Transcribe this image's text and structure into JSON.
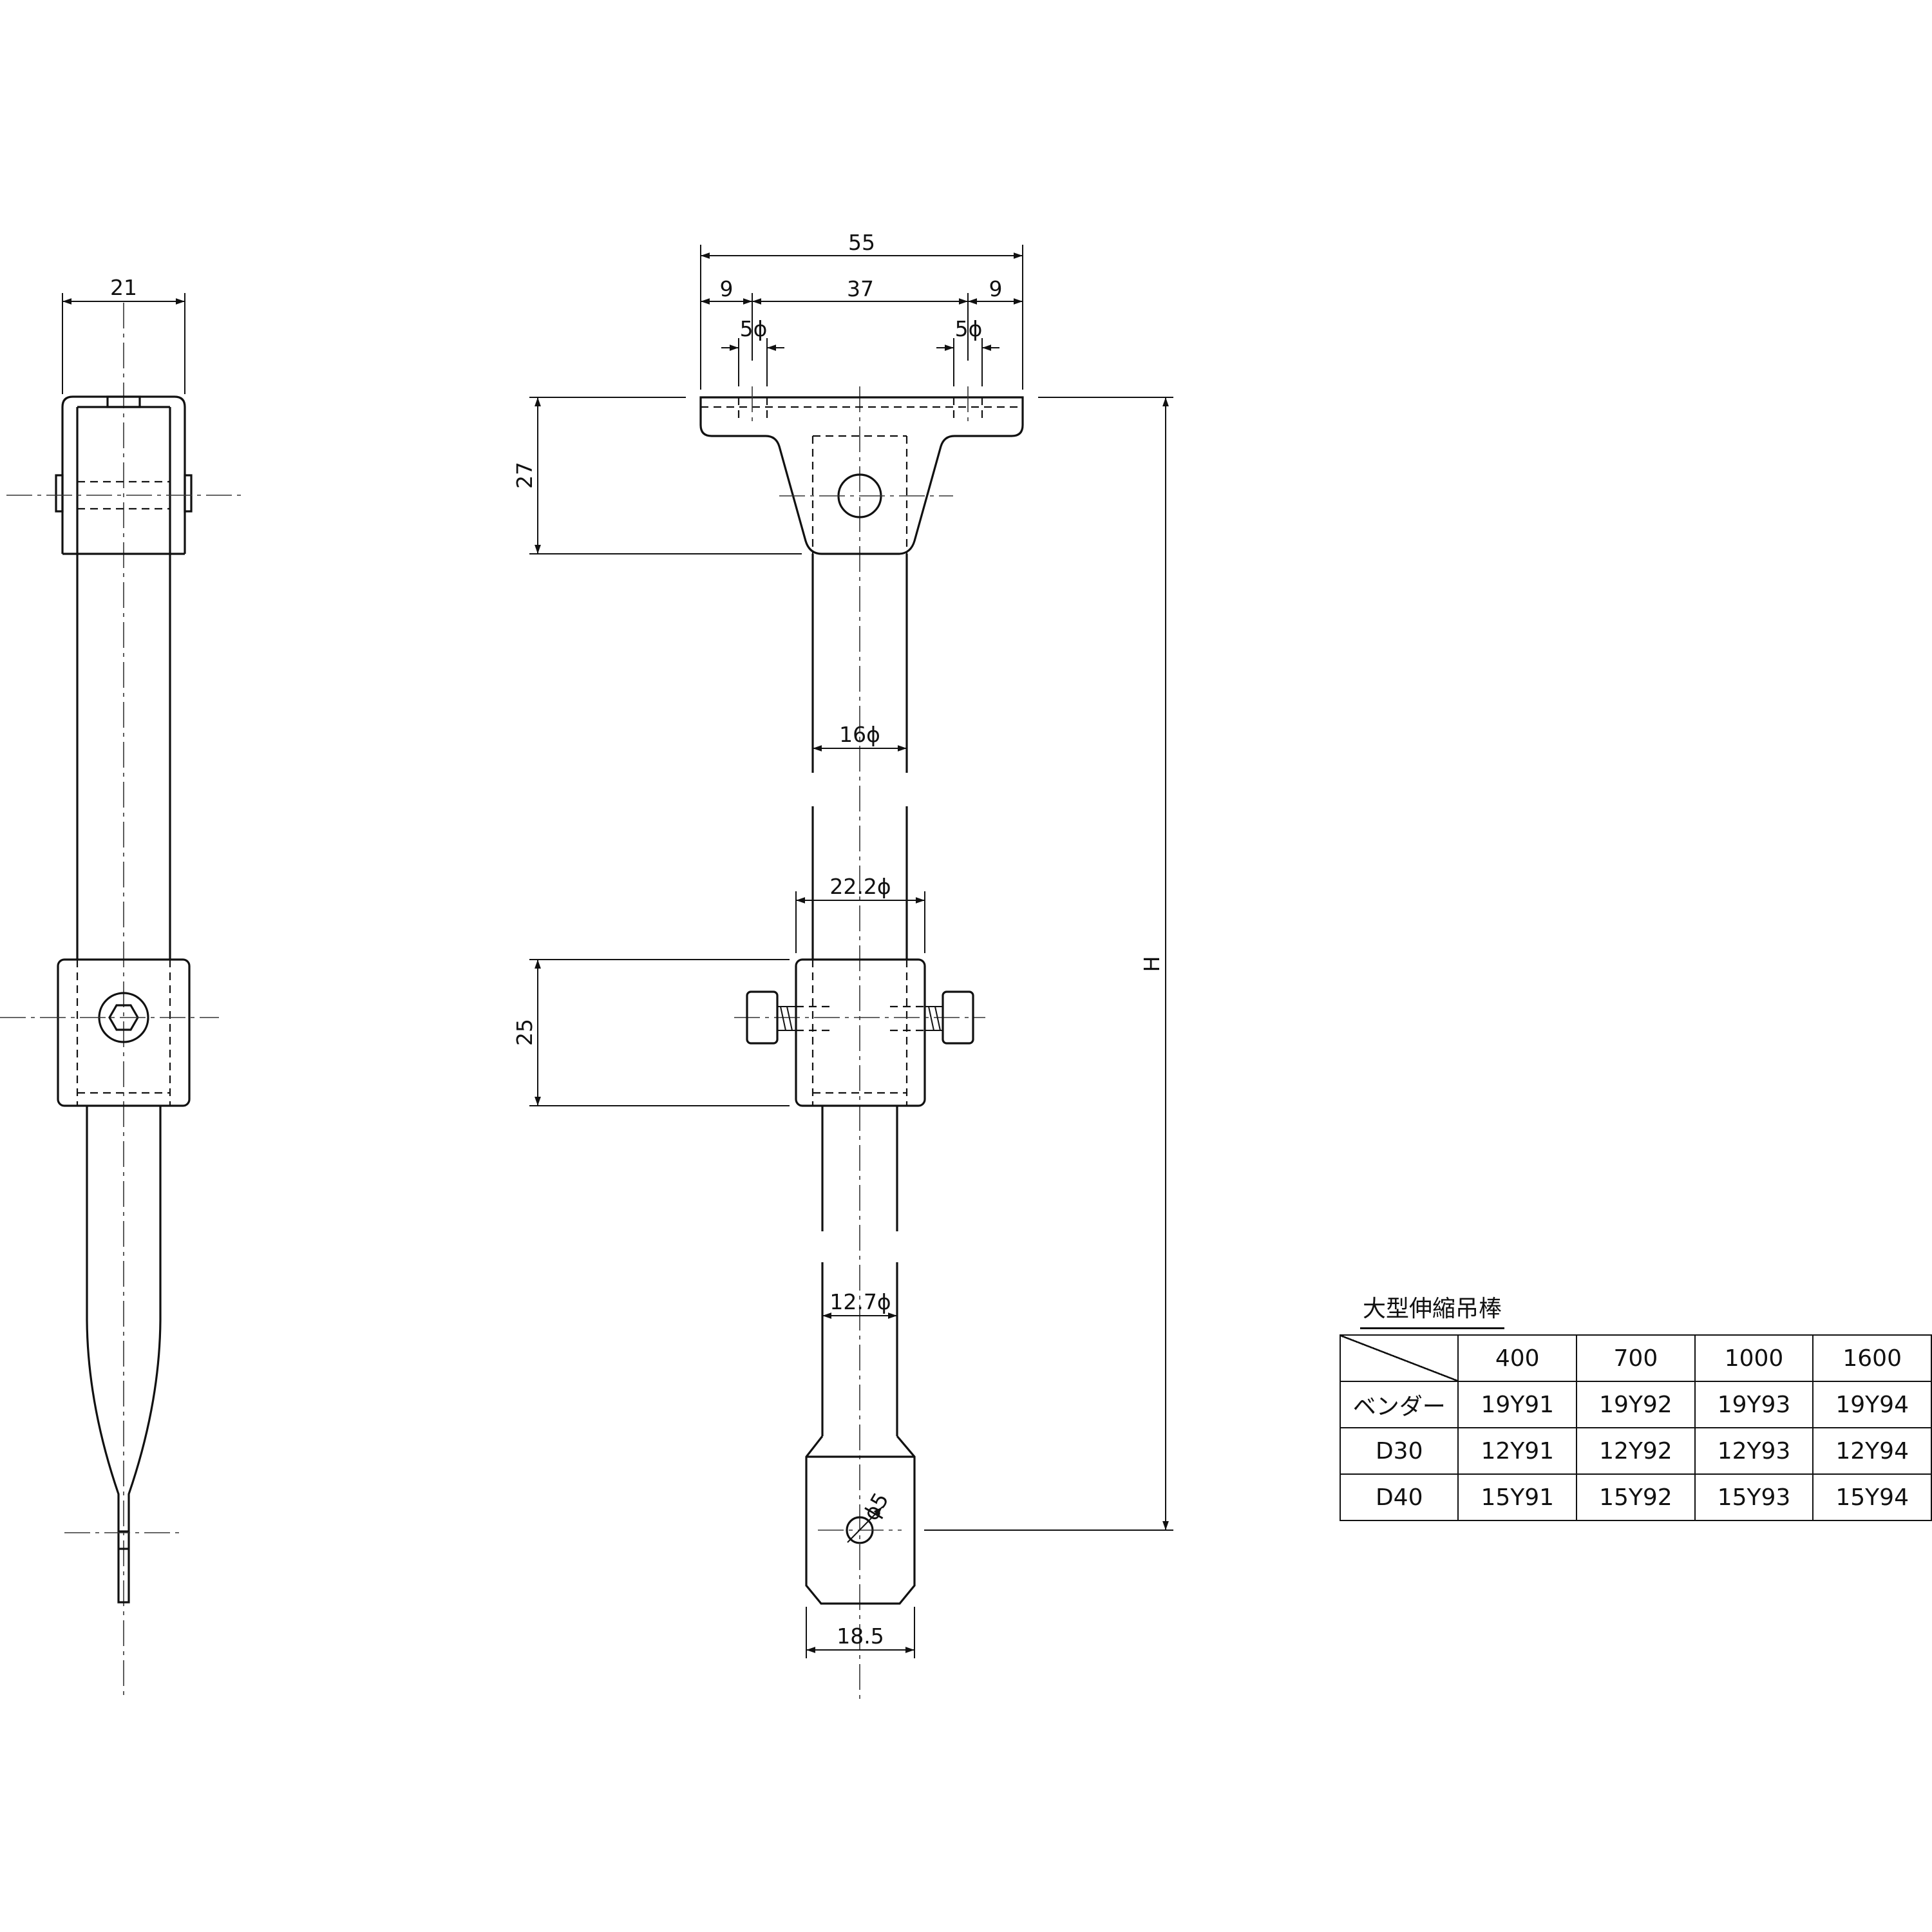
{
  "dimensions": {
    "side_width": "21",
    "top_overall": "55",
    "top_left_margin": "9",
    "top_hole_pitch": "37",
    "top_right_margin": "9",
    "top_hole_left": "5ϕ",
    "top_hole_right": "5ϕ",
    "bracket_height": "27",
    "rod_upper_dia": "16ϕ",
    "collar_dia": "22.2ϕ",
    "collar_height": "25",
    "rod_lower_dia": "12.7ϕ",
    "eye_hole": "ϕ5",
    "eye_width": "18.5",
    "overall_height": "H"
  },
  "table": {
    "title": "大型伸縮吊棒",
    "columns": [
      "400",
      "700",
      "1000",
      "1600"
    ],
    "rows": [
      {
        "label": "ベンダー",
        "values": [
          "19Y91",
          "19Y92",
          "19Y93",
          "19Y94"
        ]
      },
      {
        "label": "D30",
        "values": [
          "12Y91",
          "12Y92",
          "12Y93",
          "12Y94"
        ]
      },
      {
        "label": "D40",
        "values": [
          "15Y91",
          "15Y92",
          "15Y93",
          "15Y94"
        ]
      }
    ]
  }
}
